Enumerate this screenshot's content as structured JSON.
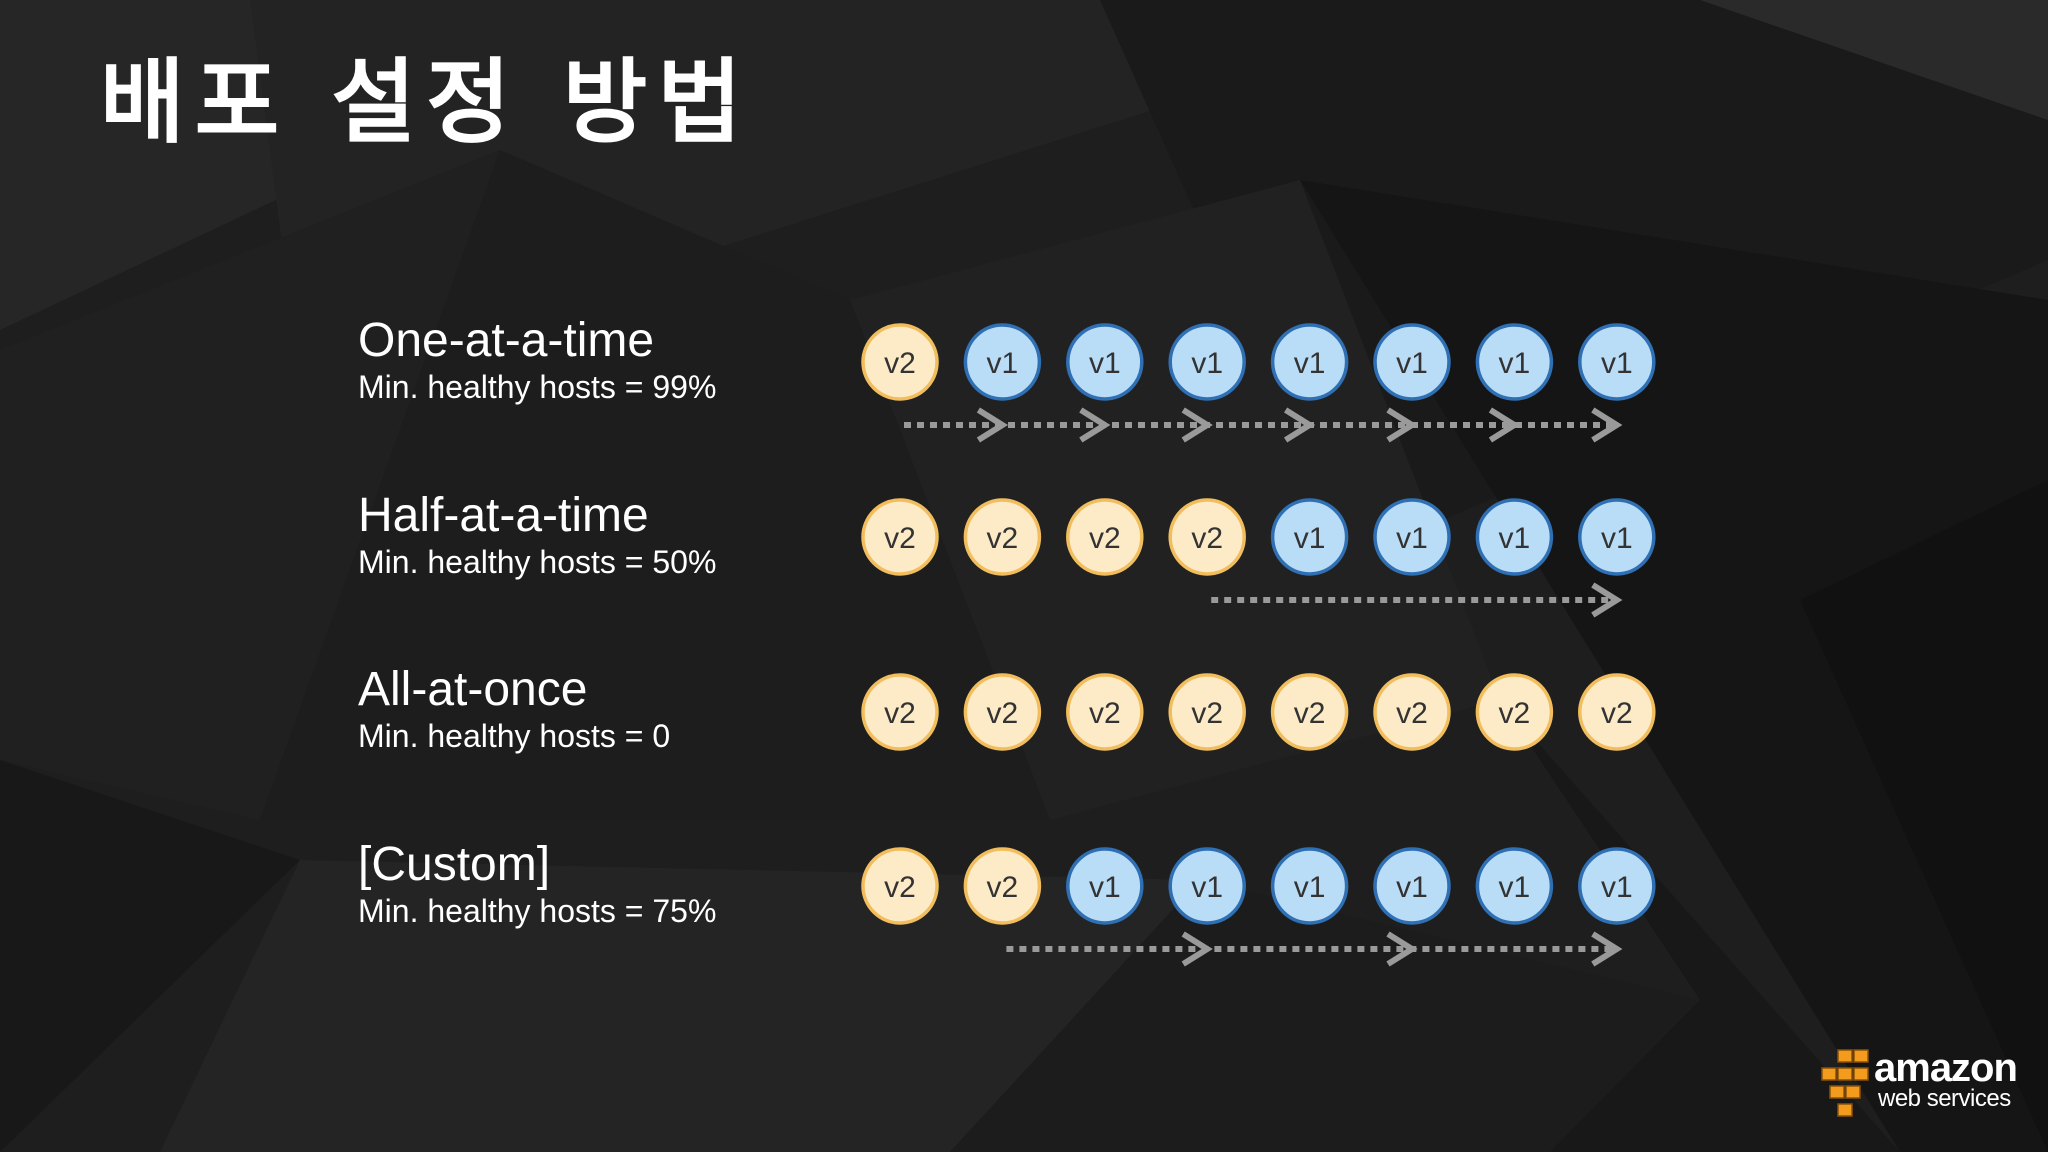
{
  "slide": {
    "title": "배포 설정 방법",
    "rows": [
      {
        "name": "One-at-a-time",
        "subtitle": "Min. healthy hosts = 99%",
        "hosts": [
          "v2",
          "v1",
          "v1",
          "v1",
          "v1",
          "v1",
          "v1",
          "v1"
        ],
        "arrow_segments": 7,
        "arrow_start_index": 0
      },
      {
        "name": "Half-at-a-time",
        "subtitle": "Min. healthy hosts = 50%",
        "hosts": [
          "v2",
          "v2",
          "v2",
          "v2",
          "v1",
          "v1",
          "v1",
          "v1"
        ],
        "arrow_segments": 1,
        "arrow_start_index": 3
      },
      {
        "name": "All-at-once",
        "subtitle": "Min. healthy hosts = 0",
        "hosts": [
          "v2",
          "v2",
          "v2",
          "v2",
          "v2",
          "v2",
          "v2",
          "v2"
        ],
        "arrow_segments": 0,
        "arrow_start_index": 0
      },
      {
        "name": "[Custom]",
        "subtitle": "Min. healthy hosts = 75%",
        "hosts": [
          "v2",
          "v2",
          "v1",
          "v1",
          "v1",
          "v1",
          "v1",
          "v1"
        ],
        "arrow_segments": 3,
        "arrow_start_index": 1
      }
    ]
  },
  "colors": {
    "v2_fill": "#fdebc8",
    "v2_stroke": "#f2bd5c",
    "v1_fill": "#b9dcf7",
    "v1_stroke": "#2f6fb3",
    "arrow": "#9a9a9a",
    "text": "#ffffff"
  },
  "logo": {
    "word": "amazon",
    "sub": "web services",
    "icon": "aws-cubes-icon"
  }
}
